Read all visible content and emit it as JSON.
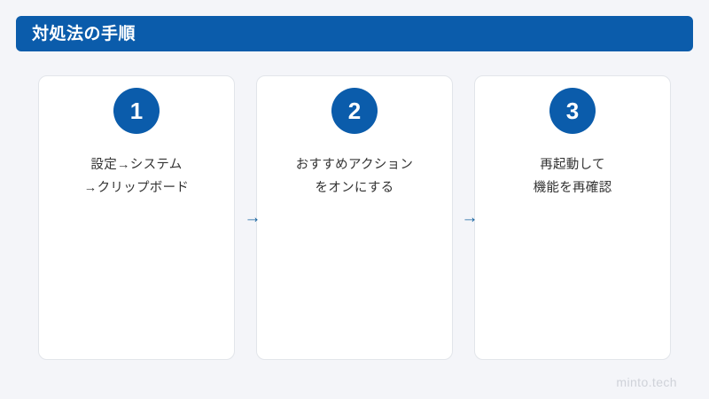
{
  "header": {
    "title": "対処法の手順",
    "bar_color": "#0b5cab",
    "title_color": "#ffffff"
  },
  "canvas": {
    "background_color": "#f4f5f9"
  },
  "steps": [
    {
      "number": "1",
      "badge_color": "#0b5cab",
      "line1": "設定→システム",
      "line2": "→クリップボード"
    },
    {
      "number": "2",
      "badge_color": "#0b5cab",
      "line1": "おすすめアクション",
      "line2": "をオンにする"
    },
    {
      "number": "3",
      "badge_color": "#0b5cab",
      "line1": "再起動して",
      "line2": "機能を再確認"
    }
  ],
  "connectors": [
    {
      "glyph": "→",
      "color": "#17639f"
    },
    {
      "glyph": "→",
      "color": "#17639f"
    }
  ],
  "footer": {
    "watermark": "minto.tech",
    "color": "#cfd2d9"
  }
}
